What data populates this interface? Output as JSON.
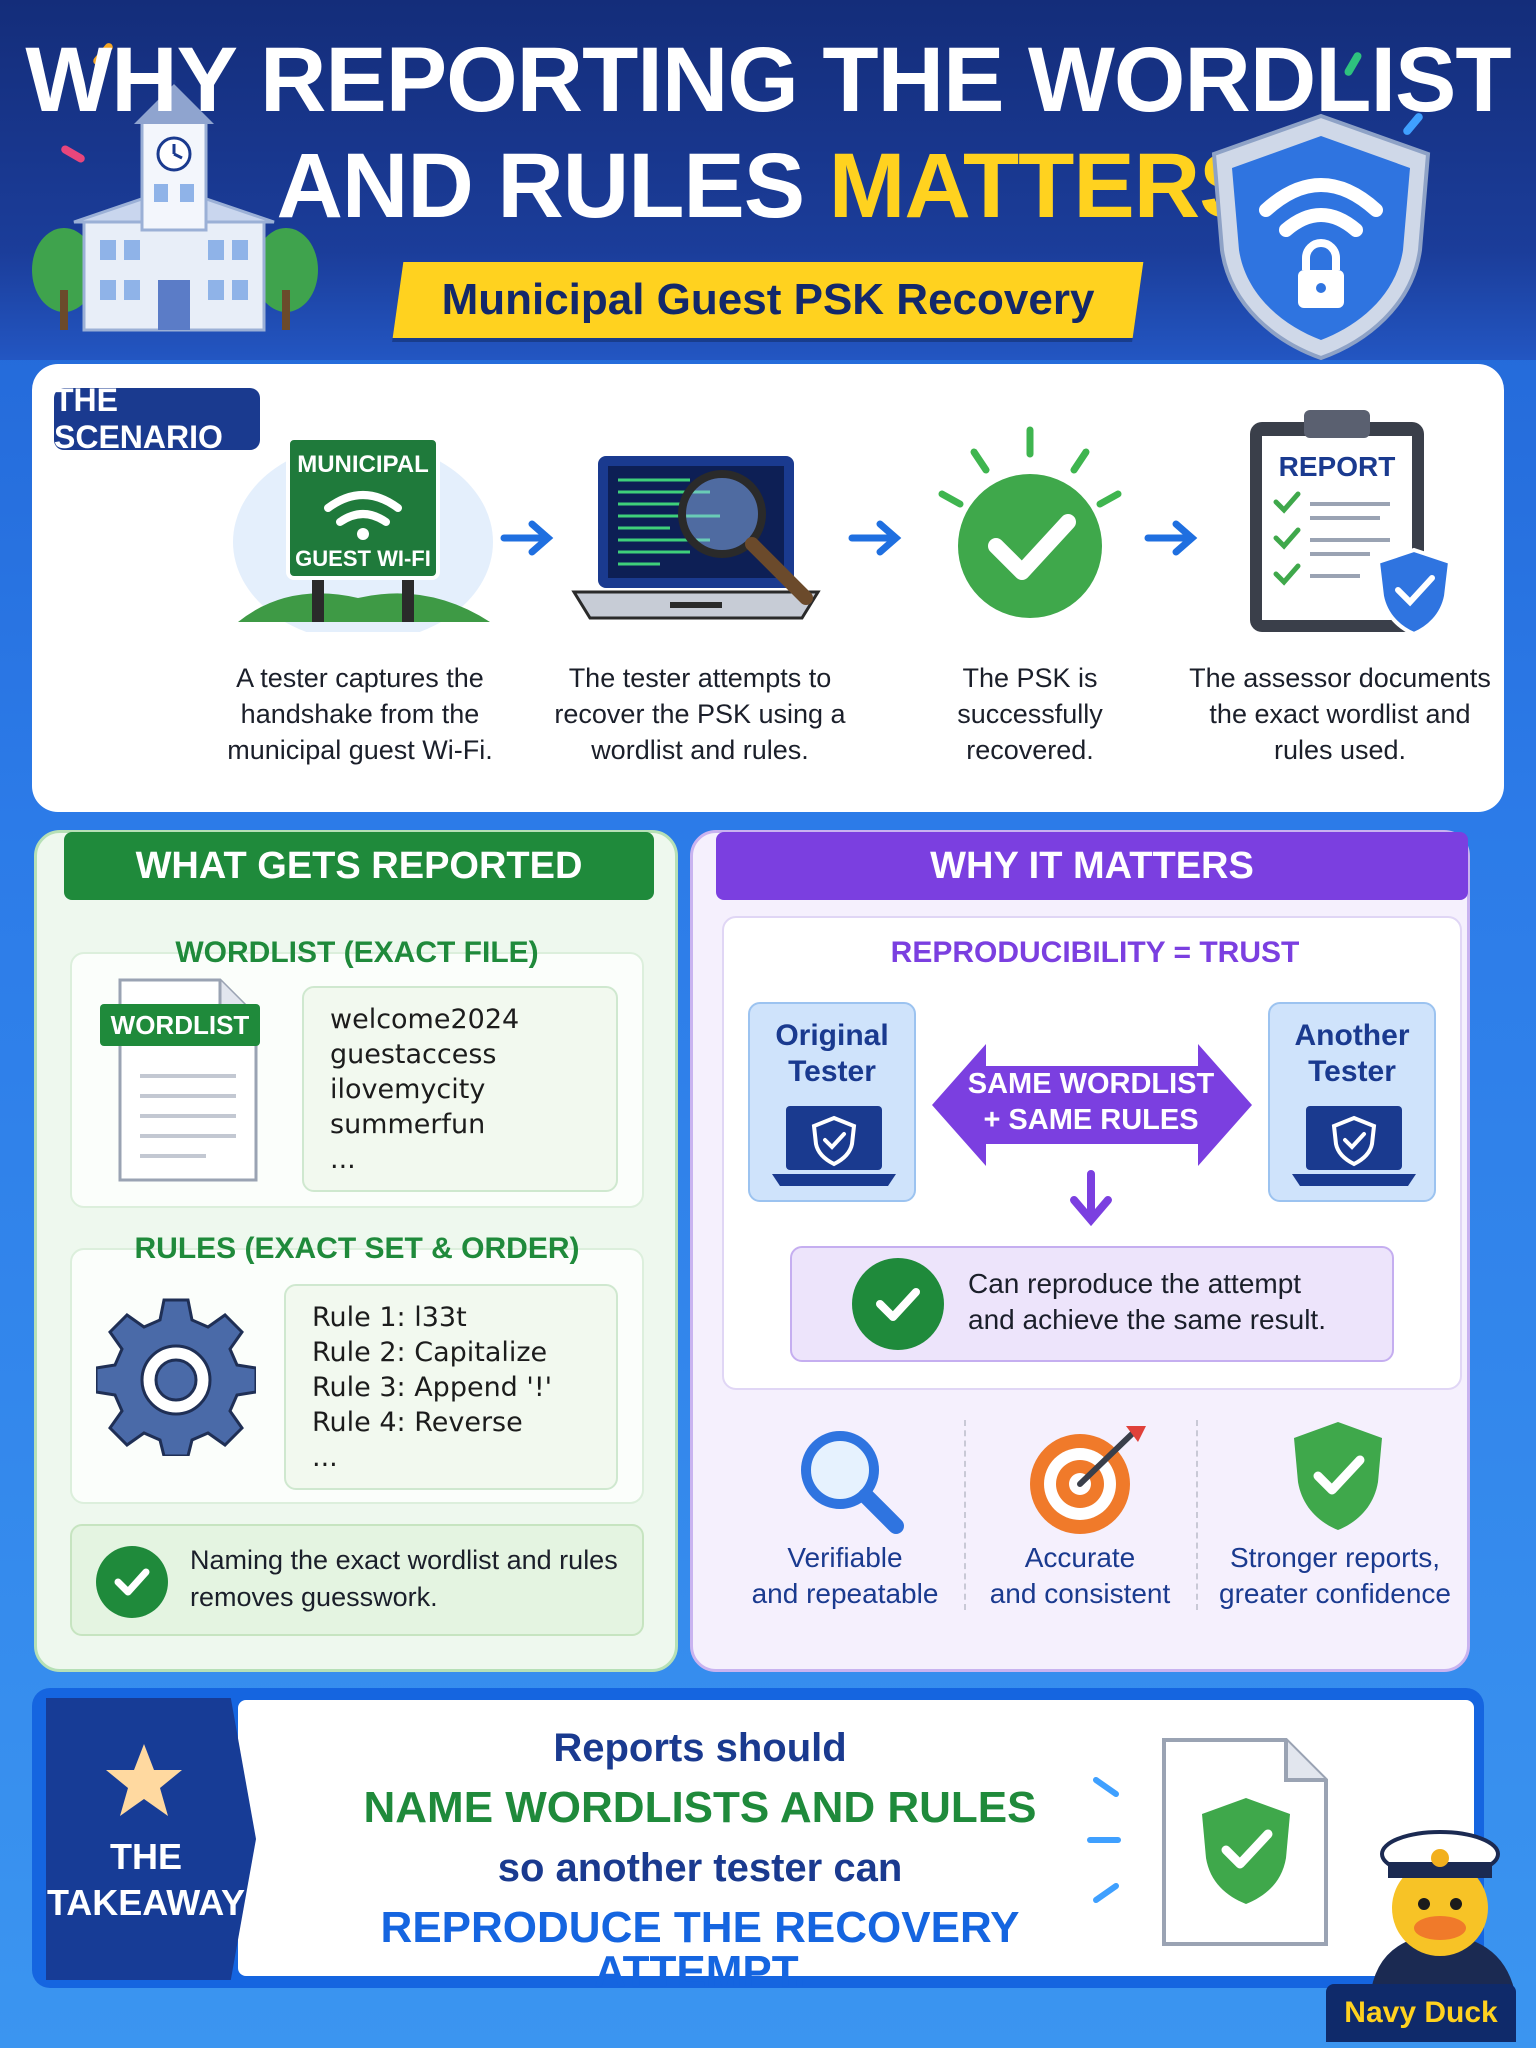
{
  "header": {
    "title_line1": "WHY REPORTING THE WORDLIST",
    "title_line2_plain": "AND RULES ",
    "title_line2_highlight": "MATTERS",
    "subtitle": "Municipal Guest PSK Recovery"
  },
  "scenario": {
    "tag": "THE SCENARIO",
    "sign_top": "MUNICIPAL",
    "sign_bottom": "GUEST WI-FI",
    "report_label": "REPORT",
    "steps": [
      {
        "caption": "A tester captures the\nhandshake from the\nmunicipal guest Wi-Fi."
      },
      {
        "caption": "The tester attempts to\nrecover the PSK using a\nwordlist and rules."
      },
      {
        "caption": "The PSK is\nsuccessfully\nrecovered."
      },
      {
        "caption": "The assessor documents\nthe exact wordlist and\nrules used."
      }
    ]
  },
  "reported": {
    "ribbon": "WHAT GETS REPORTED",
    "wordlist_label": "WORDLIST (EXACT FILE)",
    "wordlist_doc_label": "WORDLIST",
    "wordlist_items": [
      "welcome2024",
      "guestaccess",
      "ilovemycity",
      "summerfun",
      "..."
    ],
    "rules_label": "RULES (EXACT SET & ORDER)",
    "rules_items": [
      "Rule 1: l33t",
      "Rule 2: Capitalize",
      "Rule 3: Append '!'",
      "Rule 4: Reverse",
      "..."
    ],
    "note": "Naming the exact wordlist and rules removes guesswork."
  },
  "matters": {
    "ribbon": "WHY IT MATTERS",
    "repro_label": "REPRODUCIBILITY = TRUST",
    "original_tester": "Original\nTester",
    "another_tester": "Another\nTester",
    "arrow_text": "SAME WORDLIST\n+ SAME RULES",
    "result_text": "Can reproduce the attempt\nand achieve the same result.",
    "benefits": [
      {
        "text": "Verifiable\nand repeatable",
        "icon": "magnifier-icon"
      },
      {
        "text": "Accurate\nand consistent",
        "icon": "target-icon"
      },
      {
        "text": "Stronger reports,\ngreater confidence",
        "icon": "shield-check-icon"
      }
    ]
  },
  "takeaway": {
    "label": "THE\nTAKEAWAY",
    "line1": "Reports should",
    "line2": "NAME WORDLISTS AND RULES",
    "line3": "so another tester can",
    "line4": "REPRODUCE THE RECOVERY ATTEMPT."
  },
  "brand": {
    "badge": "Navy Duck"
  },
  "colors": {
    "navy": "#1a3a8f",
    "green": "#1f8a3b",
    "purple": "#7b3fe0",
    "yellow": "#ffd21f",
    "blue": "#1565e0"
  }
}
